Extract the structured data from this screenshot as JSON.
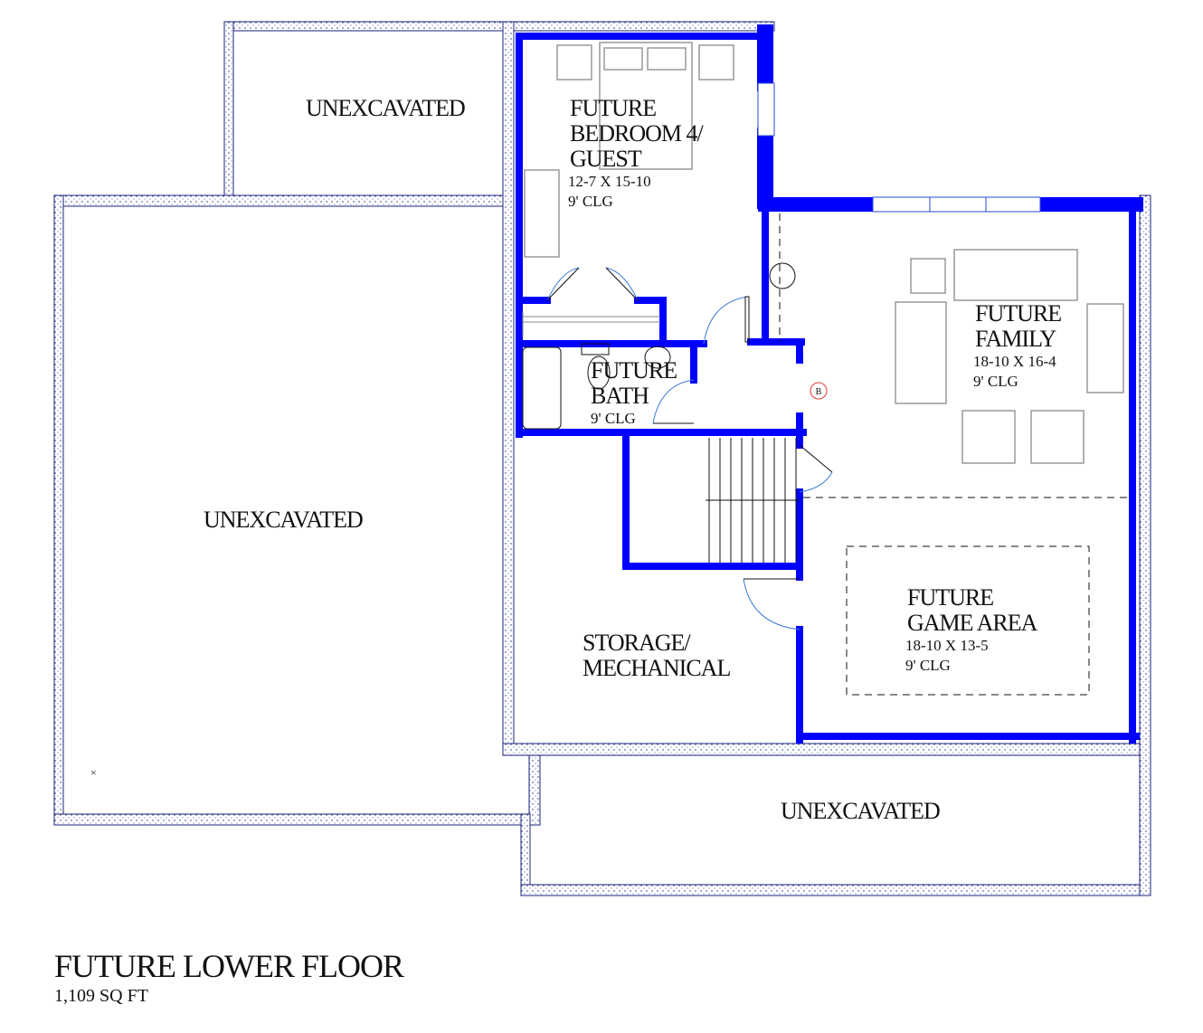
{
  "colors": {
    "wall": "#0000ff",
    "foundation": "#1a237e",
    "door_swing": "#3a7bd5",
    "fixture": "#999999",
    "marker": "#e53935"
  },
  "rooms": {
    "unexcavated_top": {
      "name": "UNEXCAVATED"
    },
    "unexcavated_left": {
      "name": "UNEXCAVATED"
    },
    "unexcavated_bottom": {
      "name": "UNEXCAVATED"
    },
    "bedroom": {
      "line1": "FUTURE",
      "line2": "BEDROOM 4/",
      "line3": "GUEST",
      "size": "12-7 X 15-10",
      "ceiling": "9' CLG"
    },
    "bath": {
      "line1": "FUTURE",
      "line2": "BATH",
      "ceiling": "9' CLG"
    },
    "family": {
      "line1": "FUTURE",
      "line2": "FAMILY",
      "size": "18-10 X 16-4",
      "ceiling": "9' CLG"
    },
    "game": {
      "line1": "FUTURE",
      "line2": "GAME AREA",
      "size": "18-10 X 13-5",
      "ceiling": "9' CLG"
    },
    "storage": {
      "line1": "STORAGE/",
      "line2": "MECHANICAL"
    }
  },
  "marker": {
    "label": "B"
  },
  "title": {
    "main": "FUTURE LOWER FLOOR",
    "area": "1,109 SQ FT"
  }
}
